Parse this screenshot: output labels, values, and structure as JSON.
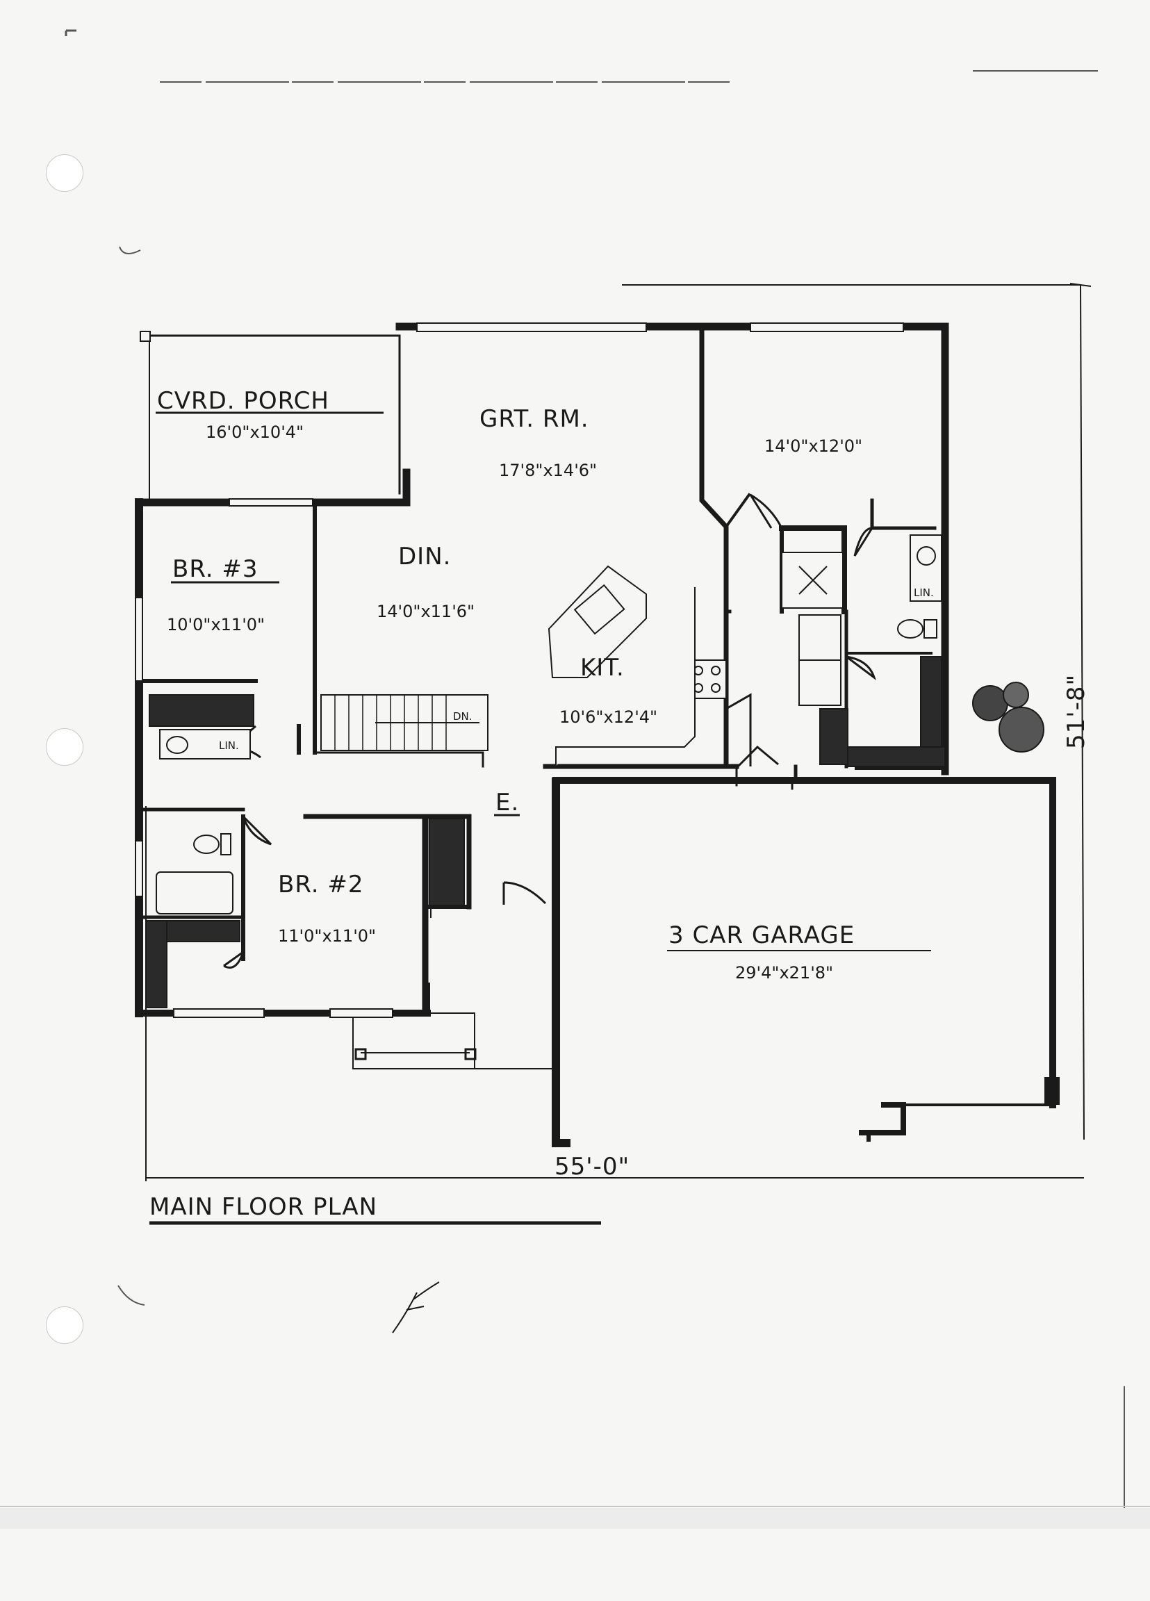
{
  "rooms": {
    "porch": {
      "name": "CVRD. PORCH",
      "size": "16'0\"x10'4\""
    },
    "great_room": {
      "name": "GRT. RM.",
      "size": "17'8\"x14'6\""
    },
    "bedroom_master": {
      "size": "14'0\"x12'0\""
    },
    "bedroom3": {
      "name": "BR. #3",
      "size": "10'0\"x11'0\""
    },
    "dining": {
      "name": "DIN.",
      "size": "14'0\"x11'6\""
    },
    "kitchen": {
      "name": "KIT.",
      "size": "10'6\"x12'4\""
    },
    "bedroom2": {
      "name": "BR. #2",
      "size": "11'0\"x11'0\""
    },
    "garage": {
      "name": "3 CAR GARAGE",
      "size": "29'4\"x21'8\""
    },
    "entry": {
      "name": "E."
    }
  },
  "labels": {
    "linen1": "LIN.",
    "linen2": "LIN.",
    "stair_dn": "DN."
  },
  "dimensions": {
    "width": "55'-0\"",
    "depth": "51'-8\""
  },
  "plan_title": "MAIN FLOOR PLAN",
  "handwritten_mark": "F",
  "colors": {
    "paper": "#f6f6f4",
    "ink": "#1a1a1a"
  }
}
